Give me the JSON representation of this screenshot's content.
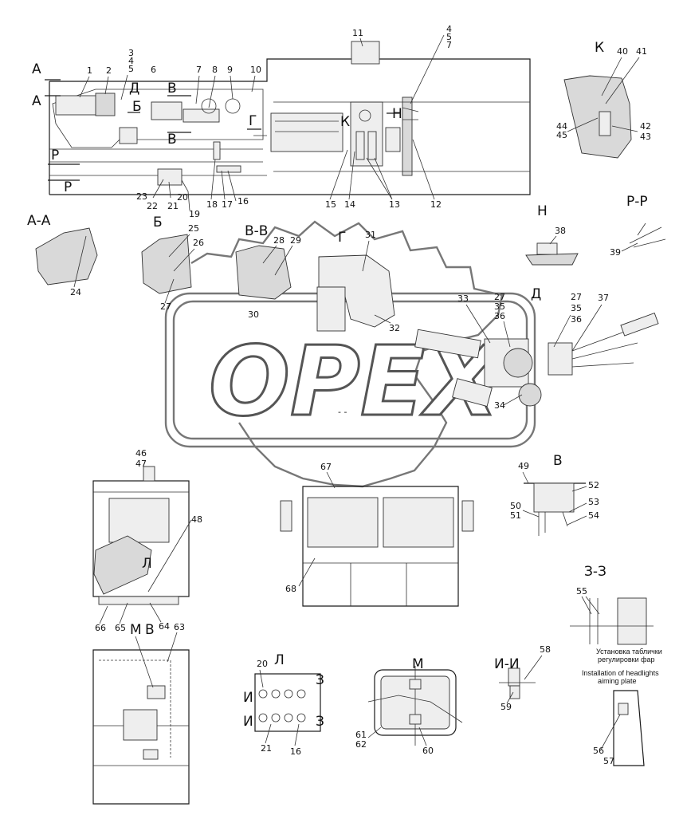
{
  "section_labels": {
    "a_top": "А",
    "a_bot": "А",
    "d": "Д",
    "b": "Б",
    "v_top": "В",
    "v_bot": "В",
    "g": "Г",
    "k": "К",
    "n": "Н",
    "r_top": "Р",
    "r_bot": "Р",
    "k_detail": "К",
    "aa": "А-А",
    "bb": "Б",
    "vv": "В-В",
    "gg": "Г",
    "n_detail": "Н",
    "rr": "Р-Р",
    "d_detail": "Д",
    "v_detail": "В",
    "zz": "З-З",
    "l_detail": "Л",
    "m_detail": "М",
    "ii": "И-И",
    "l_callout": "Л",
    "m_callout": "М",
    "v_callout": "В",
    "z_top": "З",
    "z_bot": "З",
    "i_top": "И",
    "i_bot": "И"
  },
  "callouts": {
    "c1": "1",
    "c2": "2",
    "c3": "3",
    "c4a": "4",
    "c5a": "5",
    "c6": "6",
    "c7a": "7",
    "c8": "8",
    "c9": "9",
    "c10": "10",
    "c11": "11",
    "c4b": "4",
    "c5b": "5",
    "c7b": "7",
    "c40": "40",
    "c41": "41",
    "c44": "44",
    "c45": "45",
    "c42": "42",
    "c43": "43",
    "c12": "12",
    "c13": "13",
    "c14": "14",
    "c15": "15",
    "c16a": "16",
    "c17": "17",
    "c18": "18",
    "c19": "19",
    "c20a": "20",
    "c21a": "21",
    "c22": "22",
    "c23": "23",
    "c24": "24",
    "c25": "25",
    "c26": "26",
    "c27a": "27",
    "c28": "28",
    "c29": "29",
    "c30": "30",
    "c31": "31",
    "c32": "32",
    "c38": "38",
    "c39": "39",
    "c33": "33",
    "c27b": "27",
    "c35a": "35",
    "c36a": "36",
    "c27c": "27",
    "c35b": "35",
    "c36b": "36",
    "c37": "37",
    "c34": "34",
    "c46": "46",
    "c47": "47",
    "c48": "48",
    "c67": "67",
    "c49": "49",
    "c52": "52",
    "c53": "53",
    "c50": "50",
    "c51": "51",
    "c54": "54",
    "c68": "68",
    "c66": "66",
    "c65": "65",
    "c64": "64",
    "c63": "63",
    "c55": "55",
    "c20b": "20",
    "c58": "58",
    "c59": "59",
    "c61": "61",
    "c62": "62",
    "c60": "60",
    "c21b": "21",
    "c16b": "16",
    "c56": "56",
    "c57": "57"
  },
  "headlight_note": {
    "ru_line1": "Установка таблички",
    "ru_line2": "регулировки фар",
    "en_line1": "Installation of headlights",
    "en_line2": "aiming plate"
  },
  "watermark": "OPEX",
  "watermark_dash": "- -"
}
